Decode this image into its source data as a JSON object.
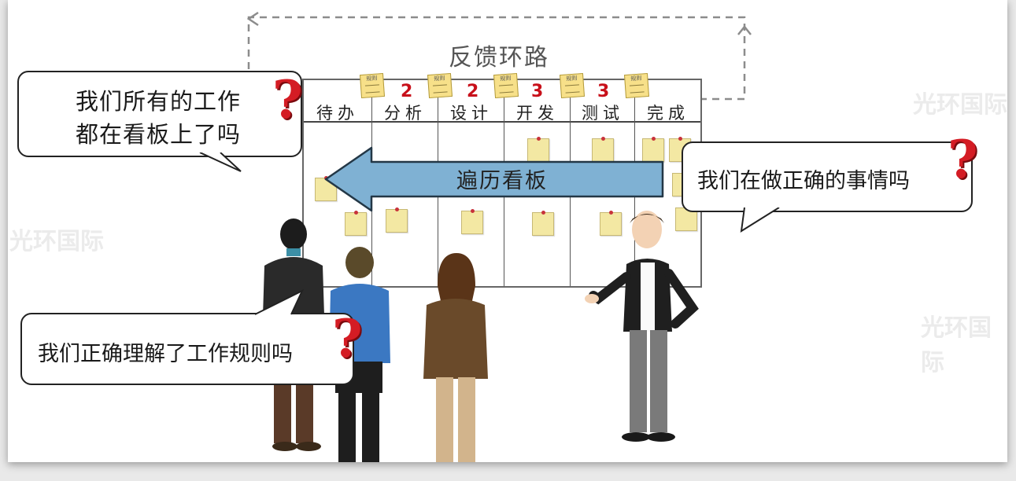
{
  "feedback_loop": {
    "label": "反馈环路"
  },
  "board": {
    "columns": [
      {
        "name": "待办",
        "limit": ""
      },
      {
        "name": "分析",
        "limit": "2"
      },
      {
        "name": "设计",
        "limit": "2"
      },
      {
        "name": "开发",
        "limit": "3"
      },
      {
        "name": "测试",
        "limit": "3"
      },
      {
        "name": "完成",
        "limit": ""
      }
    ],
    "rule_note_text": "规则"
  },
  "traverse_arrow": {
    "label": "遍历看板"
  },
  "bubbles": {
    "top_left": {
      "line1": "我们所有的工作",
      "line2": "都在看板上了吗",
      "mark": "?"
    },
    "right": {
      "text": "我们在做正确的事情吗",
      "mark": "?"
    },
    "bottom_left": {
      "text": "我们正确理解了工作规则吗",
      "mark": "?"
    }
  },
  "watermark": {
    "text": "光环国际"
  },
  "colors": {
    "question_mark": "#d41c24",
    "limit_number": "#c8101a",
    "arrow_fill": "#7fb1d3",
    "sticky_note": "#f3e8a3"
  }
}
